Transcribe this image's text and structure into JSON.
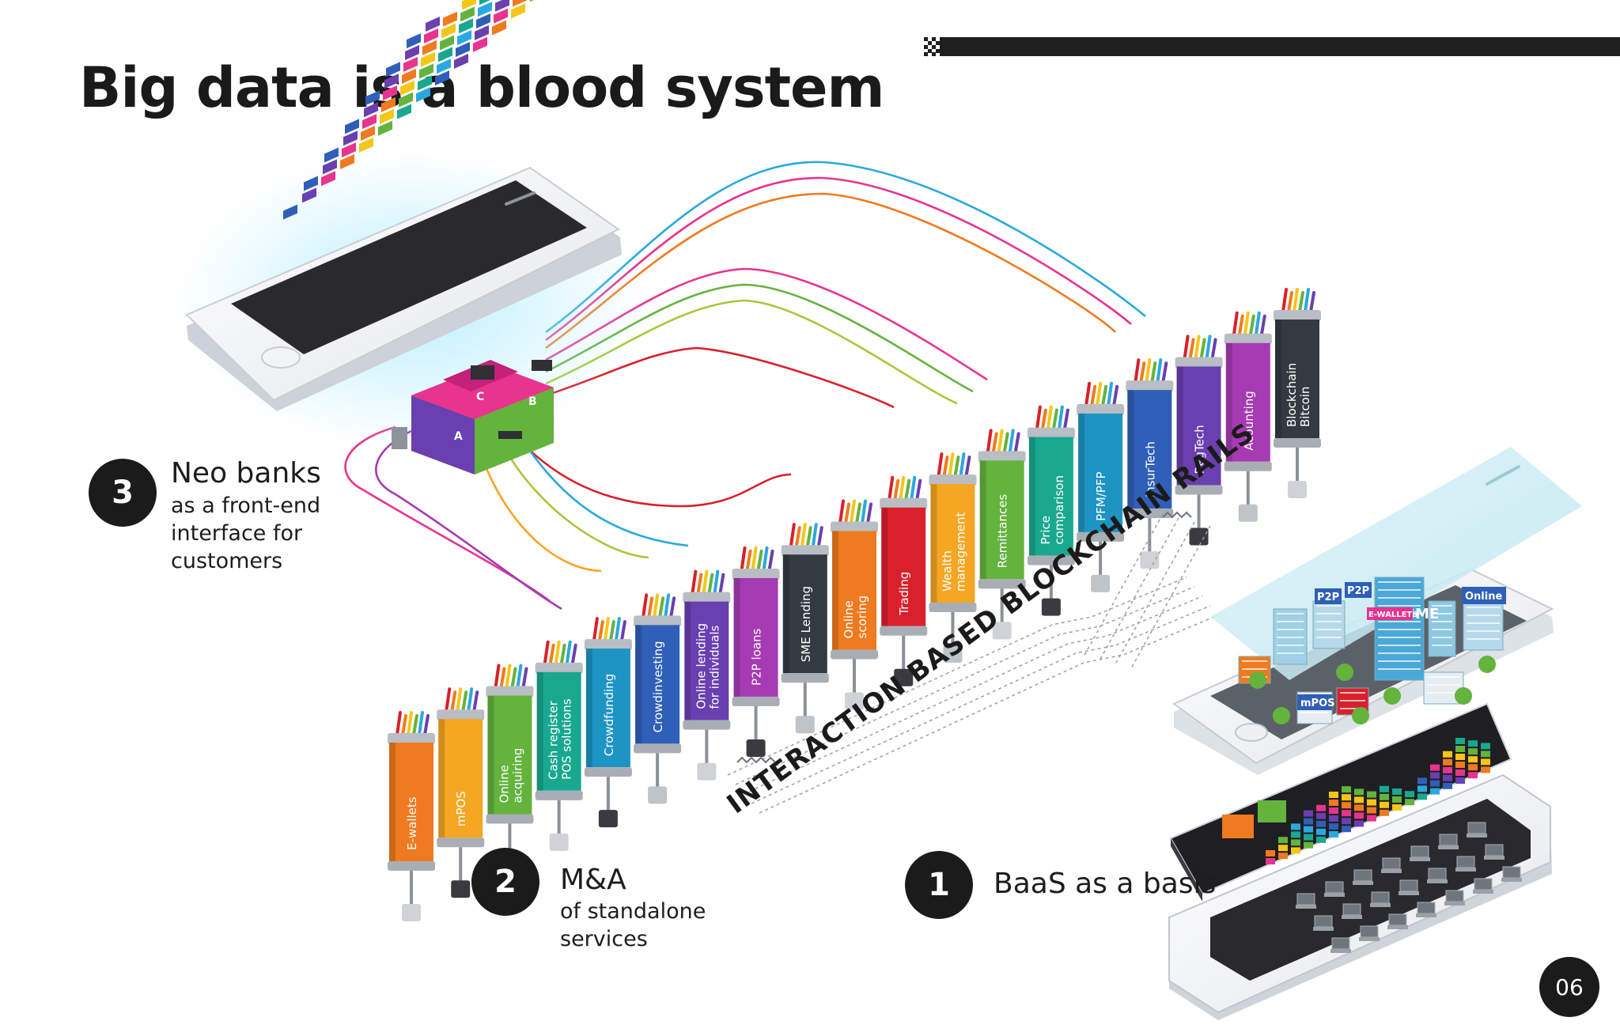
{
  "title": "Big data is a blood system",
  "page_number": "06",
  "rails_label": "INTERACTION BASED BLOCKCHAIN RAILS",
  "items": [
    {
      "number": "3",
      "title": "Neo banks",
      "subtitle_lines": [
        "as a front-end",
        "interface for",
        "customers"
      ]
    },
    {
      "number": "2",
      "title": "M&A",
      "subtitle_lines": [
        "of standalone",
        "services"
      ]
    },
    {
      "number": "1",
      "title": "BaaS as a basis",
      "subtitle_lines": []
    }
  ],
  "cube_letters": [
    "A",
    "B",
    "C"
  ],
  "city_signs": [
    "P2P",
    "P2P",
    "SME",
    "E-WALLETS",
    "Online",
    "mPOS"
  ],
  "modules": [
    {
      "lines": [
        "E-wallets"
      ],
      "color": "#f07a1f"
    },
    {
      "lines": [
        "mPOS"
      ],
      "color": "#f5a623"
    },
    {
      "lines": [
        "Online",
        "acquiring"
      ],
      "color": "#63b33d"
    },
    {
      "lines": [
        "Cash register",
        "POS solutions"
      ],
      "color": "#19a88e"
    },
    {
      "lines": [
        "Crowdfunding"
      ],
      "color": "#1e94c3"
    },
    {
      "lines": [
        "Crowdinvesting"
      ],
      "color": "#2f5fb8"
    },
    {
      "lines": [
        "Online lending",
        "for individuals"
      ],
      "color": "#6a3fb0"
    },
    {
      "lines": [
        "P2P loans"
      ],
      "color": "#a63bb3"
    },
    {
      "lines": [
        "SME Lending"
      ],
      "color": "#333a42"
    },
    {
      "lines": [
        "Online",
        "scoring"
      ],
      "color": "#f07a1f"
    },
    {
      "lines": [
        "Trading"
      ],
      "color": "#d9202b"
    },
    {
      "lines": [
        "Wealth",
        "management"
      ],
      "color": "#f5a623"
    },
    {
      "lines": [
        "Remittances"
      ],
      "color": "#63b33d"
    },
    {
      "lines": [
        "Price",
        "comparison"
      ],
      "color": "#19a88e"
    },
    {
      "lines": [
        "PFM/PFP"
      ],
      "color": "#1e94c3"
    },
    {
      "lines": [
        "InsurTech"
      ],
      "color": "#2f5fb8"
    },
    {
      "lines": [
        "RegTech"
      ],
      "color": "#6a3fb0"
    },
    {
      "lines": [
        "Acounting"
      ],
      "color": "#a63bb3"
    },
    {
      "lines": [
        "Blockchain",
        "Bitcoin"
      ],
      "color": "#333a42"
    }
  ]
}
